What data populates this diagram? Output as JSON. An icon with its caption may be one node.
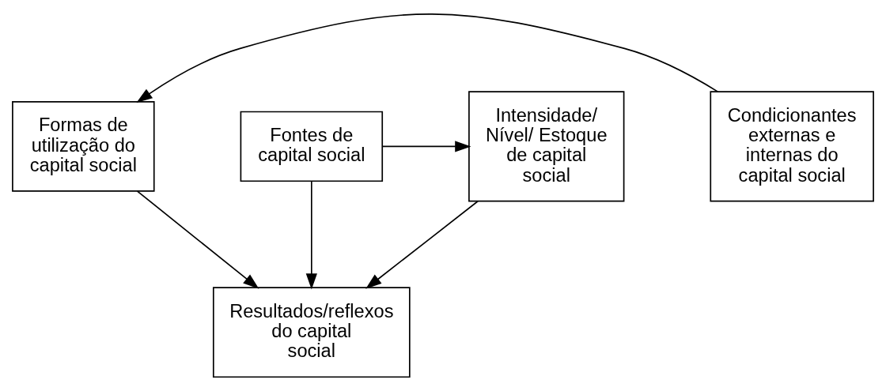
{
  "diagram": {
    "nodes": [
      {
        "text": [
          "Formas de utilização do capital social"
        ]
      },
      {
        "text": [
          "Fontes de capital social"
        ]
      },
      {
        "text": [
          "Intensidade/ Nível/ Estoque de capital social"
        ]
      },
      {
        "text": [
          "Resultados/reflexos do capital social"
        ]
      },
      {
        "text": [
          "Condicionantes externas e internas do capital social"
        ]
      }
    ],
    "edges": [
      {
        "from": 4,
        "to": 0,
        "arrow": "to"
      },
      {
        "from": 1,
        "to": 2,
        "arrow": "to"
      },
      {
        "from": 0,
        "to": 3,
        "arrow": "to"
      },
      {
        "from": 1,
        "to": 3,
        "arrow": "to"
      },
      {
        "from": 2,
        "to": 3,
        "arrow": "to"
      }
    ]
  }
}
